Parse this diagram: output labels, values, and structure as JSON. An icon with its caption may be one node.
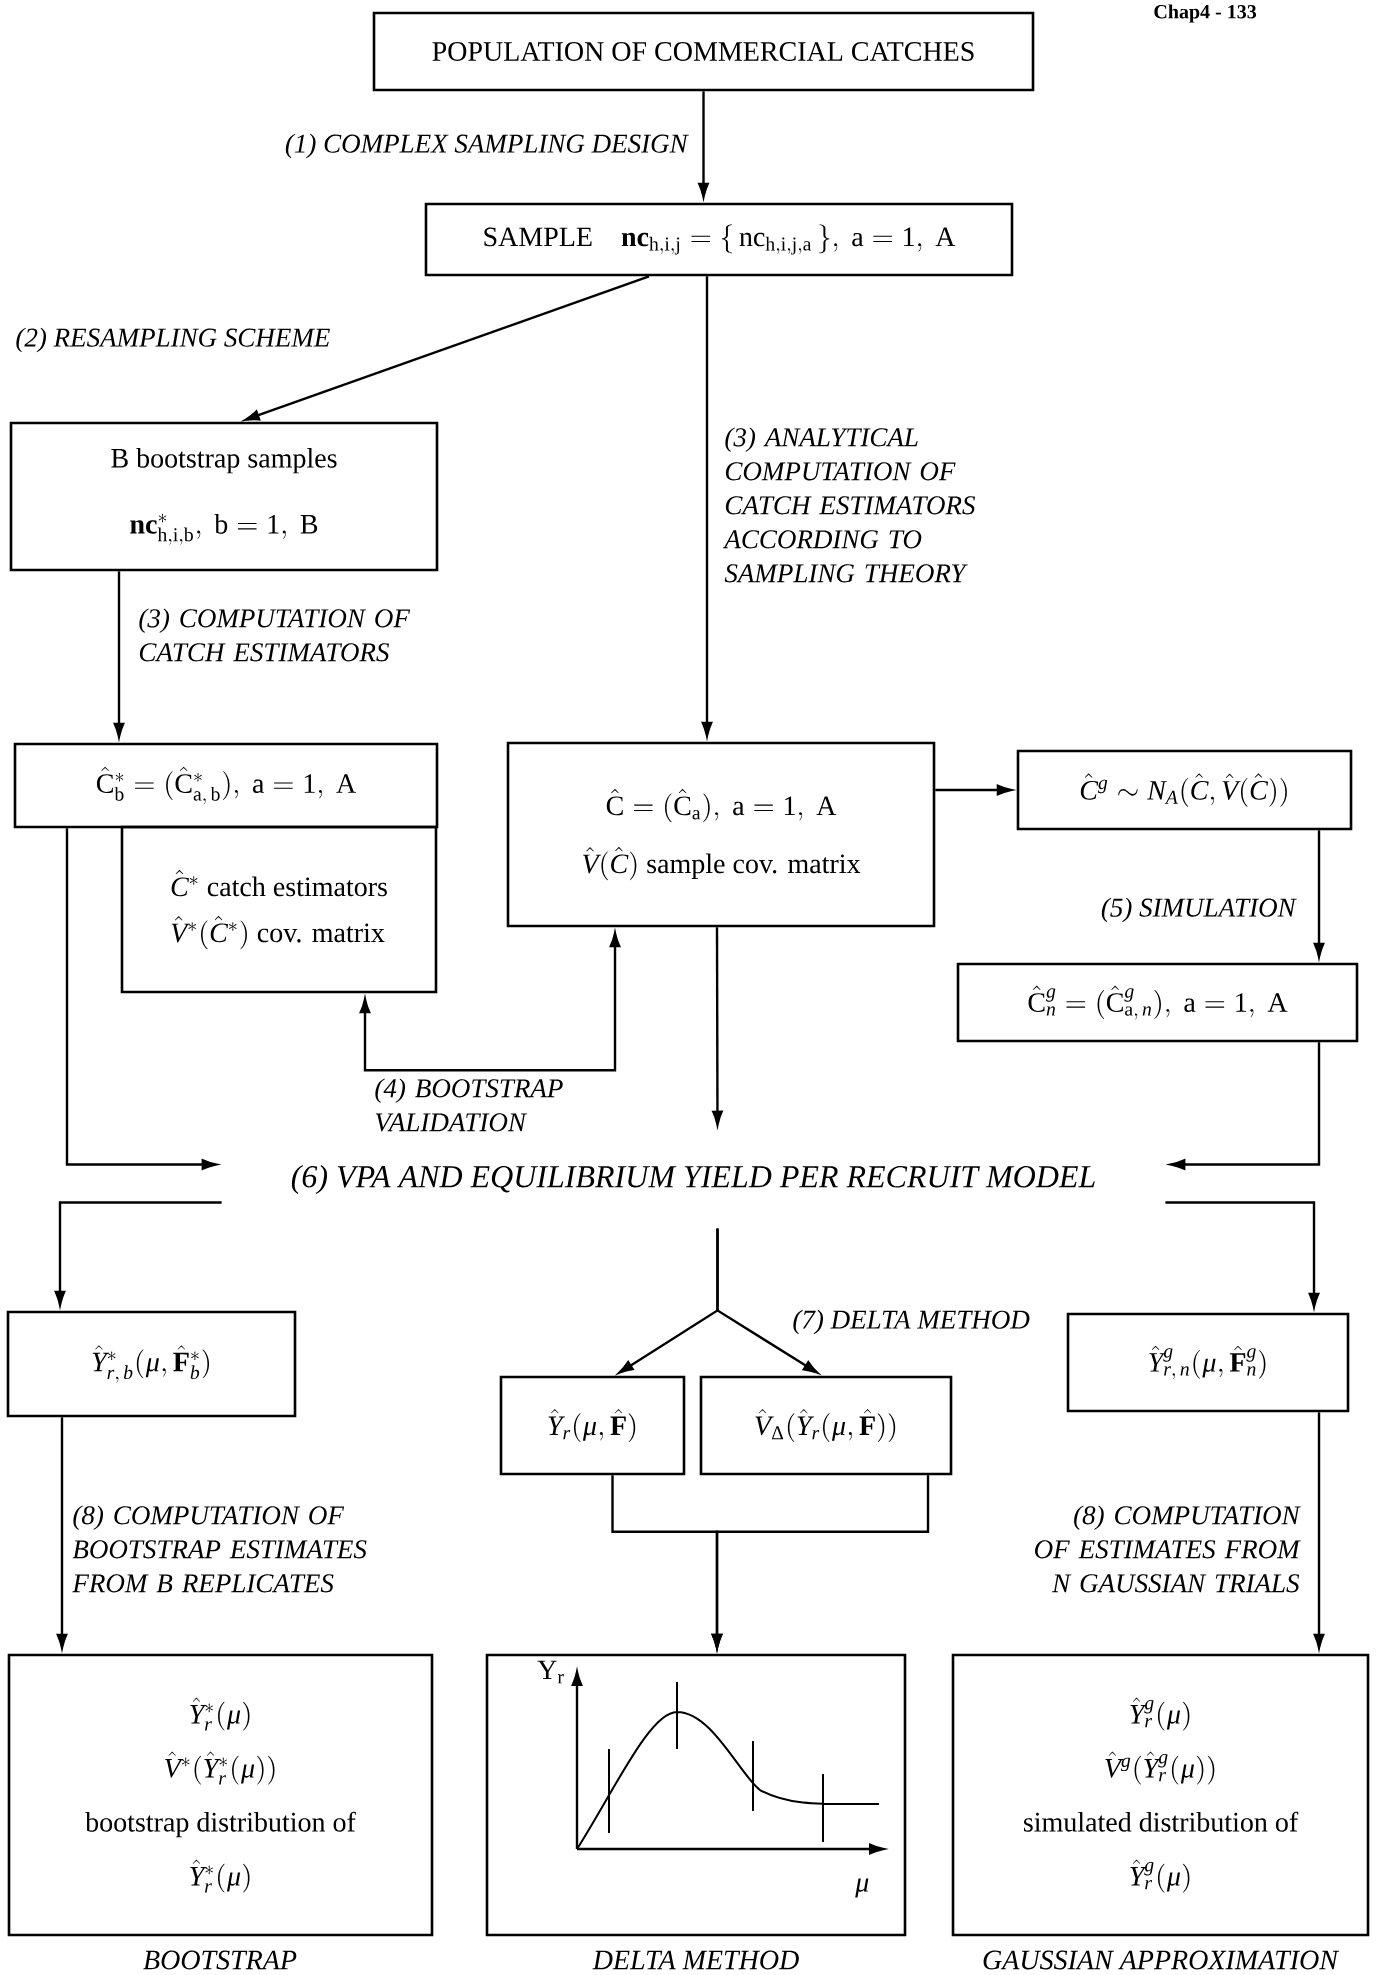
{
  "diagram": {
    "nodes": [
      {
        "text": [
          "POPULATION OF COMMERCIAL CATCHES"
        ]
      },
      {
        "text": [
          "\\text{SAMPLE}\\quad \\mathbf{nc}_{\\mathrm{h,i,j}} = \\{\\, \\mathrm{nc}_{\\mathrm{h,i,j,a}}\\,\\},\\ \\mathrm{a} = 1,\\ \\mathrm{A}"
        ]
      },
      {
        "text": [
          "B bootstrap samples",
          "\\mathbf{nc}^{*}_{\\mathrm{h,i,b}},\\ \\mathrm{b} = 1,\\ \\mathrm{B}"
        ]
      },
      {
        "text": [
          "\\hat{\\mathrm{C}}^{*}_{\\mathrm{b}} = (\\hat{\\mathrm{C}}^{*}_{\\mathrm{a,\\,b}}),\\ \\mathrm{a} = 1,\\ \\mathrm{A}"
        ]
      },
      {
        "text": [
          "\\hat{C}^{*}\\ \\text{catch estimators}",
          "\\hat{V}^{*}(\\hat{C}^{*})\\ \\text{cov. matrix}"
        ]
      },
      {
        "text": [
          "\\hat{\\mathrm{C}} = (\\hat{\\mathrm{C}}_{\\mathrm{a}}),\\ \\mathrm{a} = 1,\\ \\mathrm{A}",
          "\\hat{V}(\\hat{C})\\ \\text{sample cov. matrix}"
        ]
      },
      {
        "text": [
          "\\hat{C}^{g} \\sim N_{A}(\\hat{C}, \\hat{V}(\\hat{C}))"
        ]
      },
      {
        "text": [
          "\\hat{\\mathrm{C}}^{g}_{n} = (\\hat{\\mathrm{C}}^{g}_{\\mathrm{a},\\,n}),\\ \\mathrm{a} = 1,\\ \\mathrm{A}"
        ]
      },
      {
        "text": [
          "(6) VPA AND EQUILIBRIUM YIELD PER RECRUIT MODEL"
        ]
      },
      {
        "text": [
          "\\hat{Y}^{*}_{r,\\,b}(\\mu, \\hat{\\mathbf{F}}^{*}_{b})"
        ]
      },
      {
        "text": [
          "\\hat{Y}_{r}(\\mu, \\hat{\\mathbf{F}})"
        ]
      },
      {
        "text": [
          "\\hat{V}_{\\Delta}(\\hat{Y}_{r}(\\mu, \\hat{\\mathbf{F}}))"
        ]
      },
      {
        "text": [
          "\\hat{Y}^{g}_{r,\\,n}(\\mu, \\hat{\\mathbf{F}}^{g}_{n})"
        ]
      },
      {
        "text": [
          "\\hat{Y}^{*}_{r}(\\mu)",
          "\\hat{V}^{*}(\\hat{Y}^{*}_{r}(\\mu))",
          "bootstrap distribution of",
          "\\hat{Y}^{*}_{r}(\\mu)"
        ],
        "beside": [
          "BOOTSTRAP"
        ]
      },
      {
        "text": [
          "\\mathrm{Y}_{\\mathrm{r}}",
          "\\mu"
        ],
        "beside": [
          "DELTA METHOD"
        ]
      },
      {
        "text": [
          "\\hat{Y}^{g}_{r}(\\mu)",
          "\\hat{V}^{g}(\\hat{Y}^{g}_{r}(\\mu))",
          "simulated distribution of",
          "\\hat{Y}^{g}_{r}(\\mu)"
        ],
        "beside": [
          "GAUSSIAN APPROXIMATION"
        ]
      }
    ],
    "edges": [
      {
        "from": 0,
        "to": 1,
        "arrow": "to",
        "label": "(1) COMPLEX SAMPLING DESIGN"
      },
      {
        "from": 1,
        "to": 2,
        "arrow": "to",
        "label": "(2) RESAMPLING SCHEME"
      },
      {
        "from": 1,
        "to": 5,
        "arrow": "to",
        "label": "(3) ANALYTICAL COMPUTATION OF CATCH ESTIMATORS ACCORDING TO SAMPLING THEORY"
      },
      {
        "from": 2,
        "to": 3,
        "arrow": "to",
        "label": "(3) COMPUTATION OF CATCH ESTIMATORS"
      },
      {
        "from": 5,
        "to": 6,
        "arrow": "to"
      },
      {
        "from": 6,
        "to": 7,
        "arrow": "to",
        "label": "(5) SIMULATION"
      },
      {
        "from": 4,
        "to": 5,
        "arrow": "both",
        "label": "(4) BOOTSTRAP VALIDATION"
      },
      {
        "from": 3,
        "to": 8,
        "arrow": "to"
      },
      {
        "from": 5,
        "to": 8,
        "arrow": "to"
      },
      {
        "from": 7,
        "to": 8,
        "arrow": "to"
      },
      {
        "from": 8,
        "to": 9,
        "arrow": "to"
      },
      {
        "from": 8,
        "to": 12,
        "arrow": "to"
      },
      {
        "from": 8,
        "to": 10,
        "arrow": "to"
      },
      {
        "from": 8,
        "to": 11,
        "arrow": "to",
        "label": "(7) DELTA METHOD"
      },
      {
        "from": 9,
        "to": 13,
        "arrow": "to",
        "label": "(8) COMPUTATION OF BOOTSTRAP ESTIMATES FROM B REPLICATES"
      },
      {
        "from": 10,
        "to": 14,
        "arrow": "to"
      },
      {
        "from": 11,
        "to": 14,
        "arrow": "to"
      },
      {
        "from": 12,
        "to": 15,
        "arrow": "to",
        "label": "(8) COMPUTATION OF ESTIMATES FROM N GAUSSIAN TRIALS"
      }
    ],
    "labels": [
      "Chap4 - 133"
    ]
  }
}
